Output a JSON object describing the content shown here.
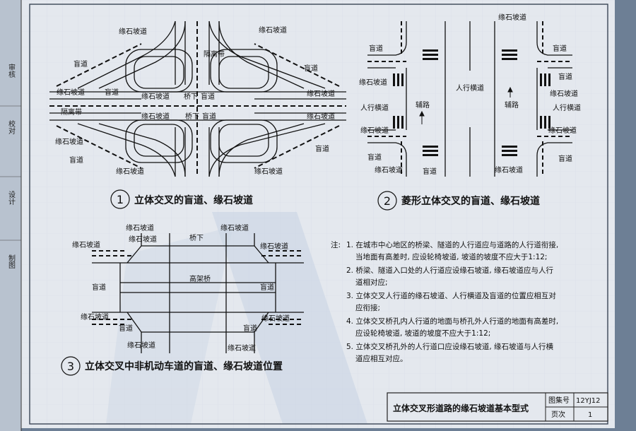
{
  "fig1": {
    "caption_num": "1",
    "caption": "立体交叉的盲道、缘石坡道",
    "labels": {
      "curb_ramp_top1": "缘石坡道",
      "curb_ramp_top2": "缘石坡道",
      "median": "隔离带",
      "blind_left": "盲道",
      "blind_right": "盲道",
      "curb_ramp_mid_left": "缘石坡道",
      "blind_mid": "盲道",
      "curb_ramp_c1": "缘石坡道",
      "under_bridge1": "桥下",
      "blind_c2": "盲道",
      "curb_ramp_right": "缘石坡道",
      "median_left": "隔离带",
      "curb_ramp_c3": "缘石坡道",
      "under_bridge2": "桥下",
      "blind_c4": "盲道",
      "curb_ramp_right2": "缘石坡道",
      "curb_ramp_bl": "缘石坡道",
      "blind_bl": "盲道",
      "blind_br": "盲道",
      "curb_ramp_b1": "缘石坡道",
      "curb_ramp_b2": "缘石坡道"
    }
  },
  "fig2": {
    "caption_num": "2",
    "caption": "菱形立体交叉的盲道、缘石坡道",
    "labels": {
      "curb_ramp_top": "缘石坡道",
      "blind_tl": "盲道",
      "blind_tr": "盲道",
      "blind_tr2": "盲道",
      "curb_ramp_l1": "缘石坡道",
      "curb_ramp_r1": "缘石坡道",
      "crossing_mid": "人行横道",
      "aux_left": "辅路",
      "aux_right": "辅路",
      "crossing_left": "人行横道",
      "crossing_right": "人行横道",
      "curb_ramp_l2": "缘石坡道",
      "curb_ramp_r2": "缘石坡道",
      "blind_bl": "盲道",
      "blind_br": "盲道",
      "curb_ramp_bl": "缘石坡道",
      "curb_ramp_bm": "缘石坡道",
      "blind_bl2": "盲道"
    }
  },
  "fig3": {
    "caption_num": "3",
    "caption": "立体交叉中非机动车道的盲道、缘石坡道位置",
    "labels": {
      "curb_ramp_t1": "缘石坡道",
      "curb_ramp_t2": "缘石坡道",
      "curb_ramp_t3": "缘石坡道",
      "curb_ramp_t4": "缘石坡道",
      "curb_ramp_t5": "缘石坡道",
      "under_bridge": "桥下",
      "blind_l": "盲道",
      "blind_r": "盲道",
      "elevated": "高架桥",
      "curb_ramp_l": "缘石坡道",
      "curb_ramp_r": "缘石坡道",
      "blind_bl": "盲道",
      "blind_br": "盲道",
      "curb_ramp_b1": "缘石坡道",
      "curb_ramp_b2": "缘石坡道"
    }
  },
  "notes": {
    "prefix": "注:",
    "lines": [
      "1. 在城市中心地区的桥梁、隧道的人行道应与道路的人行道衔接,",
      "当地面有高差时, 应设轮椅坡道, 坡道的坡度不应大于1:12;",
      "2. 桥梁、隧道入口处的人行道应设缘石坡道, 缘石坡道应与人行",
      "道相对应;",
      "3. 立体交叉人行道的缘石坡道、人行横道及盲道的位置应相互对",
      "应衔接;",
      "4. 立体交叉桥孔内人行道的地面与桥孔外人行道的地面有高差时,",
      "应设轮椅坡道, 坡道的坡度不应大于1:12;",
      "5. 立体交叉桥孔外的人行道口应设缘石坡道, 缘石坡道与人行横",
      "道应相互对应。"
    ]
  },
  "title_block": {
    "title": "立体交叉形道路的缘石坡道基本型式",
    "atlas_label": "图集号",
    "atlas_value": "12YJ12",
    "page_label": "页次",
    "page_value": "1"
  },
  "sidebar": {
    "items": [
      "审核",
      "校对",
      "设计",
      "制图"
    ]
  },
  "colors": {
    "paper": "#e4e8ee",
    "ink": "#111111",
    "frame": "#3a4555",
    "background": "#6d7f95"
  }
}
